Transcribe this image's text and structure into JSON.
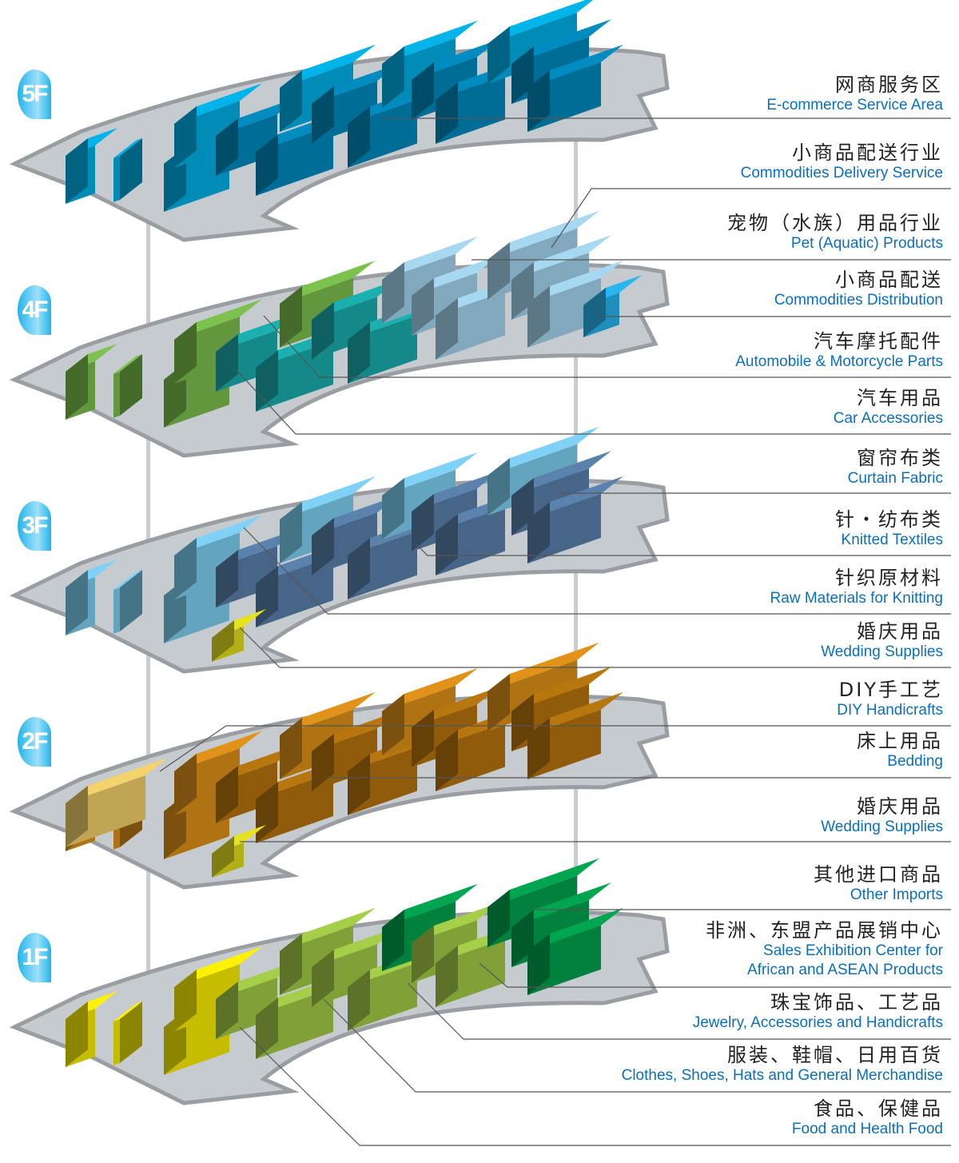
{
  "floors": [
    {
      "id": "5F",
      "label": "5F",
      "palette": [
        "#00b4ea",
        "#008cc0",
        "#005a82"
      ]
    },
    {
      "id": "4F",
      "label": "4F",
      "palette": [
        "#7dc24f",
        "#1bb0b0",
        "#a7d8f2"
      ]
    },
    {
      "id": "3F",
      "label": "3F",
      "palette": [
        "#7fd2f5",
        "#5b82ad",
        "#3a7fbc"
      ]
    },
    {
      "id": "2F",
      "label": "2F",
      "palette": [
        "#e09318",
        "#b8760e",
        "#f5d36c"
      ]
    },
    {
      "id": "1F",
      "label": "1F",
      "palette": [
        "#fff200",
        "#a5cf48",
        "#00a550"
      ]
    }
  ],
  "colors": {
    "platform_top": "#c6cbd0",
    "platform_side": "#9a9ea3",
    "badge": "#22b4ea",
    "leader": "#555555",
    "pillar": "#c9cdd1"
  },
  "labels": [
    {
      "zh": "网商服务区",
      "en": "E-commerce Service Area",
      "floor": "5F"
    },
    {
      "zh": "小商品配送行业",
      "en": "Commodities Delivery Service",
      "floor": "4F"
    },
    {
      "zh": "宠物（水族）用品行业",
      "en": "Pet (Aquatic) Products",
      "floor": "4F"
    },
    {
      "zh": "小商品配送",
      "en": "Commodities Distribution",
      "floor": "4F"
    },
    {
      "zh": "汽车摩托配件",
      "en": "Automobile & Motorcycle Parts",
      "floor": "4F"
    },
    {
      "zh": "汽车用品",
      "en": "Car Accessories",
      "floor": "4F"
    },
    {
      "zh": "窗帘布类",
      "en": "Curtain Fabric",
      "floor": "3F"
    },
    {
      "zh": "针・纺布类",
      "en": "Knitted Textiles",
      "floor": "3F"
    },
    {
      "zh": "针织原材料",
      "en": "Raw Materials for Knitting",
      "floor": "3F"
    },
    {
      "zh": "婚庆用品",
      "en": "Wedding Supplies",
      "floor": "3F"
    },
    {
      "zh": "DIY手工艺",
      "en": "DIY Handicrafts",
      "floor": "2F"
    },
    {
      "zh": "床上用品",
      "en": "Bedding",
      "floor": "2F"
    },
    {
      "zh": "婚庆用品",
      "en": "Wedding Supplies",
      "floor": "2F"
    },
    {
      "zh": "其他进口商品",
      "en": "Other Imports",
      "floor": "1F"
    },
    {
      "zh": "非洲、东盟产品展销中心",
      "en": "Sales Exhibition Center for\nAfrican and ASEAN Products",
      "floor": "1F"
    },
    {
      "zh": "珠宝饰品、工艺品",
      "en": "Jewelry, Accessories and Handicrafts",
      "floor": "1F"
    },
    {
      "zh": "服装、鞋帽、日用百货",
      "en": "Clothes, Shoes, Hats and General Merchandise",
      "floor": "1F"
    },
    {
      "zh": "食品、保健品",
      "en": "Food and Health Food",
      "floor": "1F"
    }
  ]
}
